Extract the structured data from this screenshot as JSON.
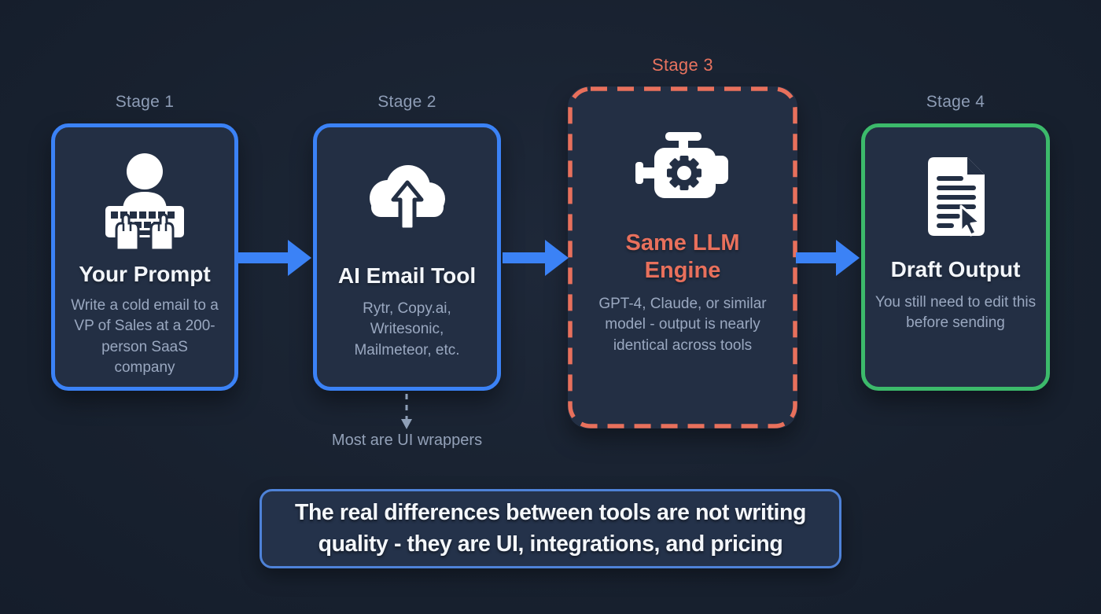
{
  "diagram": {
    "theme": {
      "background": "#18212f",
      "box_fill": "#232f44",
      "accent_blue": "#3b82f6",
      "accent_coral": "#e8705c",
      "accent_green": "#3cba6b",
      "label_gray": "#8e9db6",
      "subtitle_gray": "#9aa8c0",
      "title_white": "#f3f6fa"
    },
    "stages": [
      {
        "label": "Stage 1",
        "title": "Your Prompt",
        "subtitle": "Write a cold email to a VP of Sales at a 200-person SaaS company",
        "icon": "person-typing-icon",
        "border_style": "solid-blue"
      },
      {
        "label": "Stage 2",
        "title": "AI Email Tool",
        "subtitle": "Rytr, Copy.ai, Writesonic, Mailmeteor, etc.",
        "icon": "cloud-upload-icon",
        "border_style": "solid-blue"
      },
      {
        "label": "Stage 3",
        "title": "Same LLM Engine",
        "subtitle": "GPT-4, Claude, or similar model - output is nearly identical across tools",
        "icon": "engine-icon",
        "border_style": "dashed-coral"
      },
      {
        "label": "Stage 4",
        "title": "Draft Output",
        "subtitle": "You still need to edit this before sending",
        "icon": "document-cursor-icon",
        "border_style": "solid-green"
      }
    ],
    "connectors": {
      "flow_arrow_color": "#3b82f6",
      "dashed_note_arrow_color": "#8fa0b8"
    },
    "annotation": "Most are UI wrappers",
    "callout": "The real differences between tools are not writing quality - they are UI, integrations, and pricing"
  }
}
